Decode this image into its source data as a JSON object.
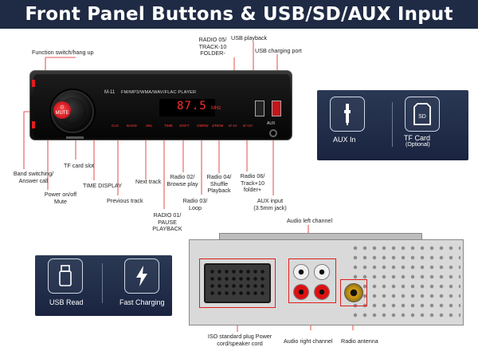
{
  "banner": {
    "title": "Front Panel Buttons & USB/SD/AUX Input"
  },
  "front_labels": {
    "function_switch": "Function switch/hang up",
    "radio05": "RADIO 05/ TRACK-10 FOLDER-",
    "usb_playback": "USB playback",
    "usb_charging": "USB charging port",
    "band_switching": "Band switching/ Answer call",
    "tf_slot": "TF card slot",
    "power": "Power on/off Mute",
    "previous_track": "Previous track",
    "time_display": "TIME DISPLAY",
    "next_track": "Next track",
    "radio01": "RADIO 01/ PAUSE PLAYBACK",
    "radio02": "Radio 02/ Browse play",
    "radio03": "Radio 03/ Loop",
    "radio04": "Radio 04/ Shuffle Playback",
    "radio06": "Radio 06/ Track+10 folder+",
    "aux_input": "AUX input (3.5mm jack)"
  },
  "unit_display": {
    "model": "M-11",
    "modes": "FM/MP3/WMA/WAV/FLAC PLAYER",
    "frequency": "87.5",
    "frequency_unit": "MHz",
    "power_label": "MUTE",
    "aux_label": "AUX",
    "buttons": [
      "CLK",
      "BAND",
      "SEL",
      "TIME",
      "3/SFT",
      "2/BRW",
      "4/RDM",
      "5/-10",
      "6/+10"
    ]
  },
  "feature_cards": {
    "aux_in": "AUX In",
    "tf_card": "TF Card",
    "tf_card_sub": "(Optional)",
    "usb_read": "USB Read",
    "fast_charging": "Fast Charging"
  },
  "back_labels": {
    "audio_left": "Audio left channel",
    "iso_plug": "ISO standard plug Power cord/speaker cord",
    "audio_right": "Audio right channel",
    "radio_antenna": "Radio antenna"
  },
  "colors": {
    "banner_bg": "#1f2a44",
    "accent_red": "#e01d1d",
    "card_bg": "#1f2b47"
  },
  "icons": [
    "audio-jack-icon",
    "sd-card-icon",
    "usb-drive-icon",
    "lightning-icon"
  ]
}
